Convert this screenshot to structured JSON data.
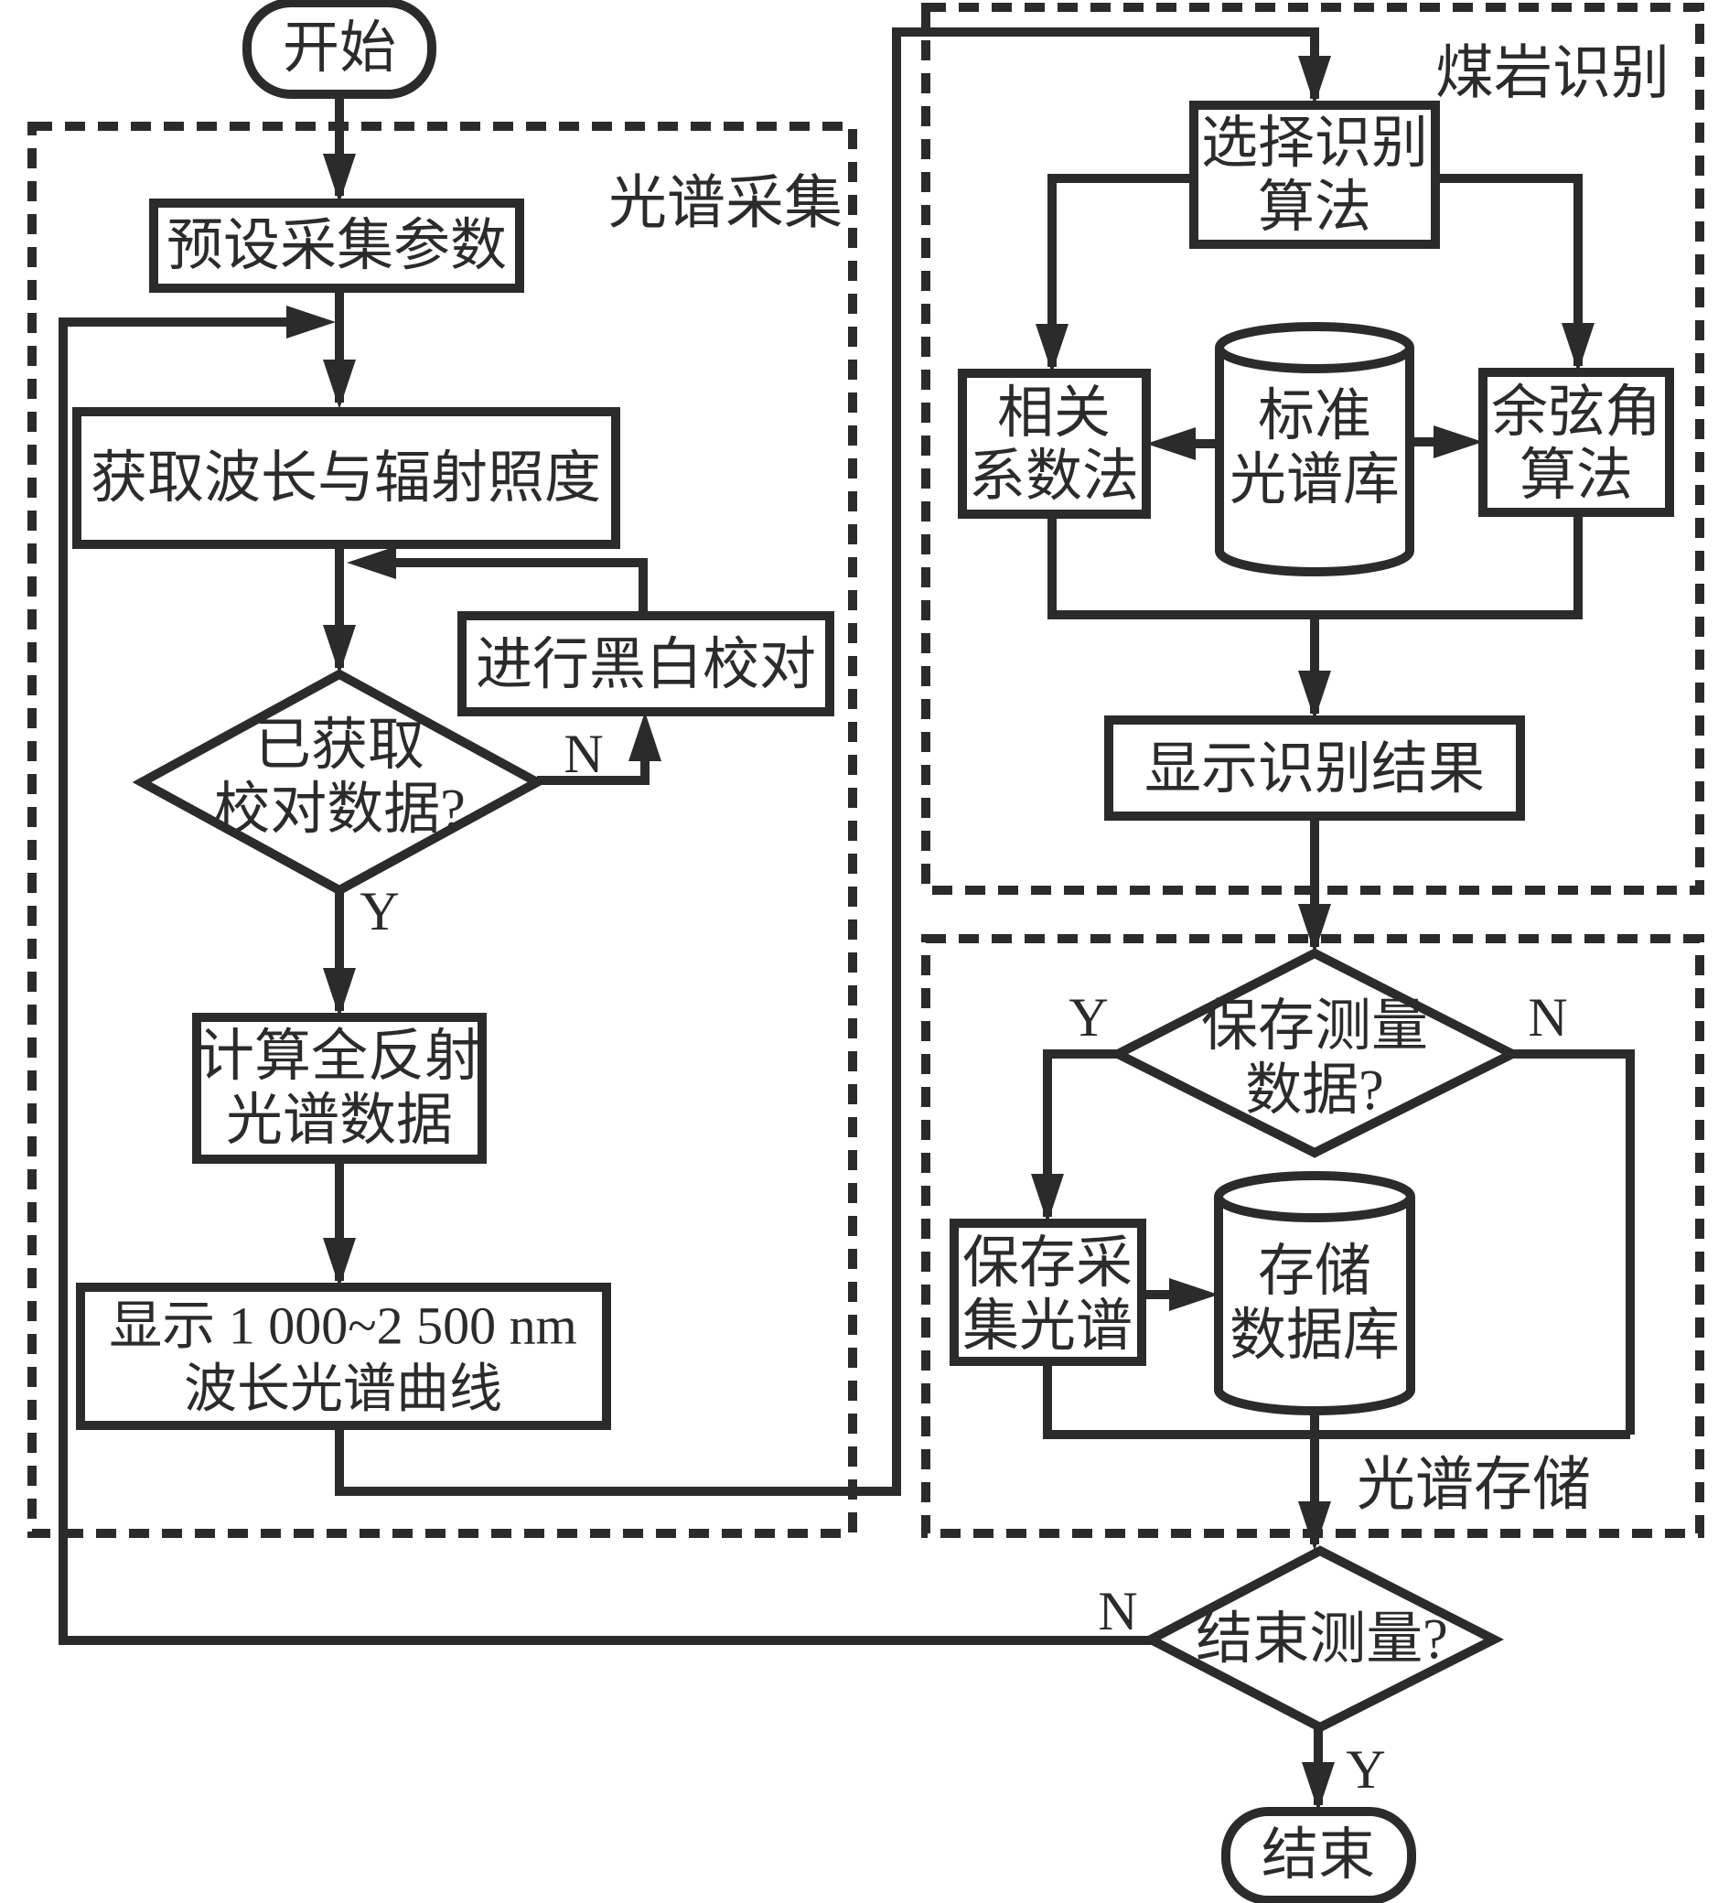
{
  "groups": {
    "collection": "光谱采集",
    "recognition": "煤岩识别",
    "storage": "光谱存储"
  },
  "nodes": {
    "start": "开始",
    "preset": "预设采集参数",
    "acquire": "获取波长与辐射照度",
    "calib_check_1": "已获取",
    "calib_check_2": "校对数据?",
    "calibrate": "进行黑白校对",
    "calc_1": "计算全反射",
    "calc_2": "光谱数据",
    "display_1": "显示 1 000~2 500 nm",
    "display_2": "波长光谱曲线",
    "select_1": "选择识别",
    "select_2": "算法",
    "corr_1": "相关",
    "corr_2": "系数法",
    "stdlib_1": "标准",
    "stdlib_2": "光谱库",
    "cosine_1": "余弦角",
    "cosine_2": "算法",
    "result": "显示识别结果",
    "save_check_1": "保存测量",
    "save_check_2": "数据?",
    "save_spec_1": "保存采",
    "save_spec_2": "集光谱",
    "store_db_1": "存储",
    "store_db_2": "数据库",
    "end_check": "结束测量?",
    "end": "结束"
  },
  "branches": {
    "calib_no": "N",
    "calib_yes": "Y",
    "save_yes": "Y",
    "save_no": "N",
    "end_no": "N",
    "end_yes": "Y"
  },
  "colors": {
    "ink": "#2b2b2b",
    "background": "#ffffff"
  }
}
